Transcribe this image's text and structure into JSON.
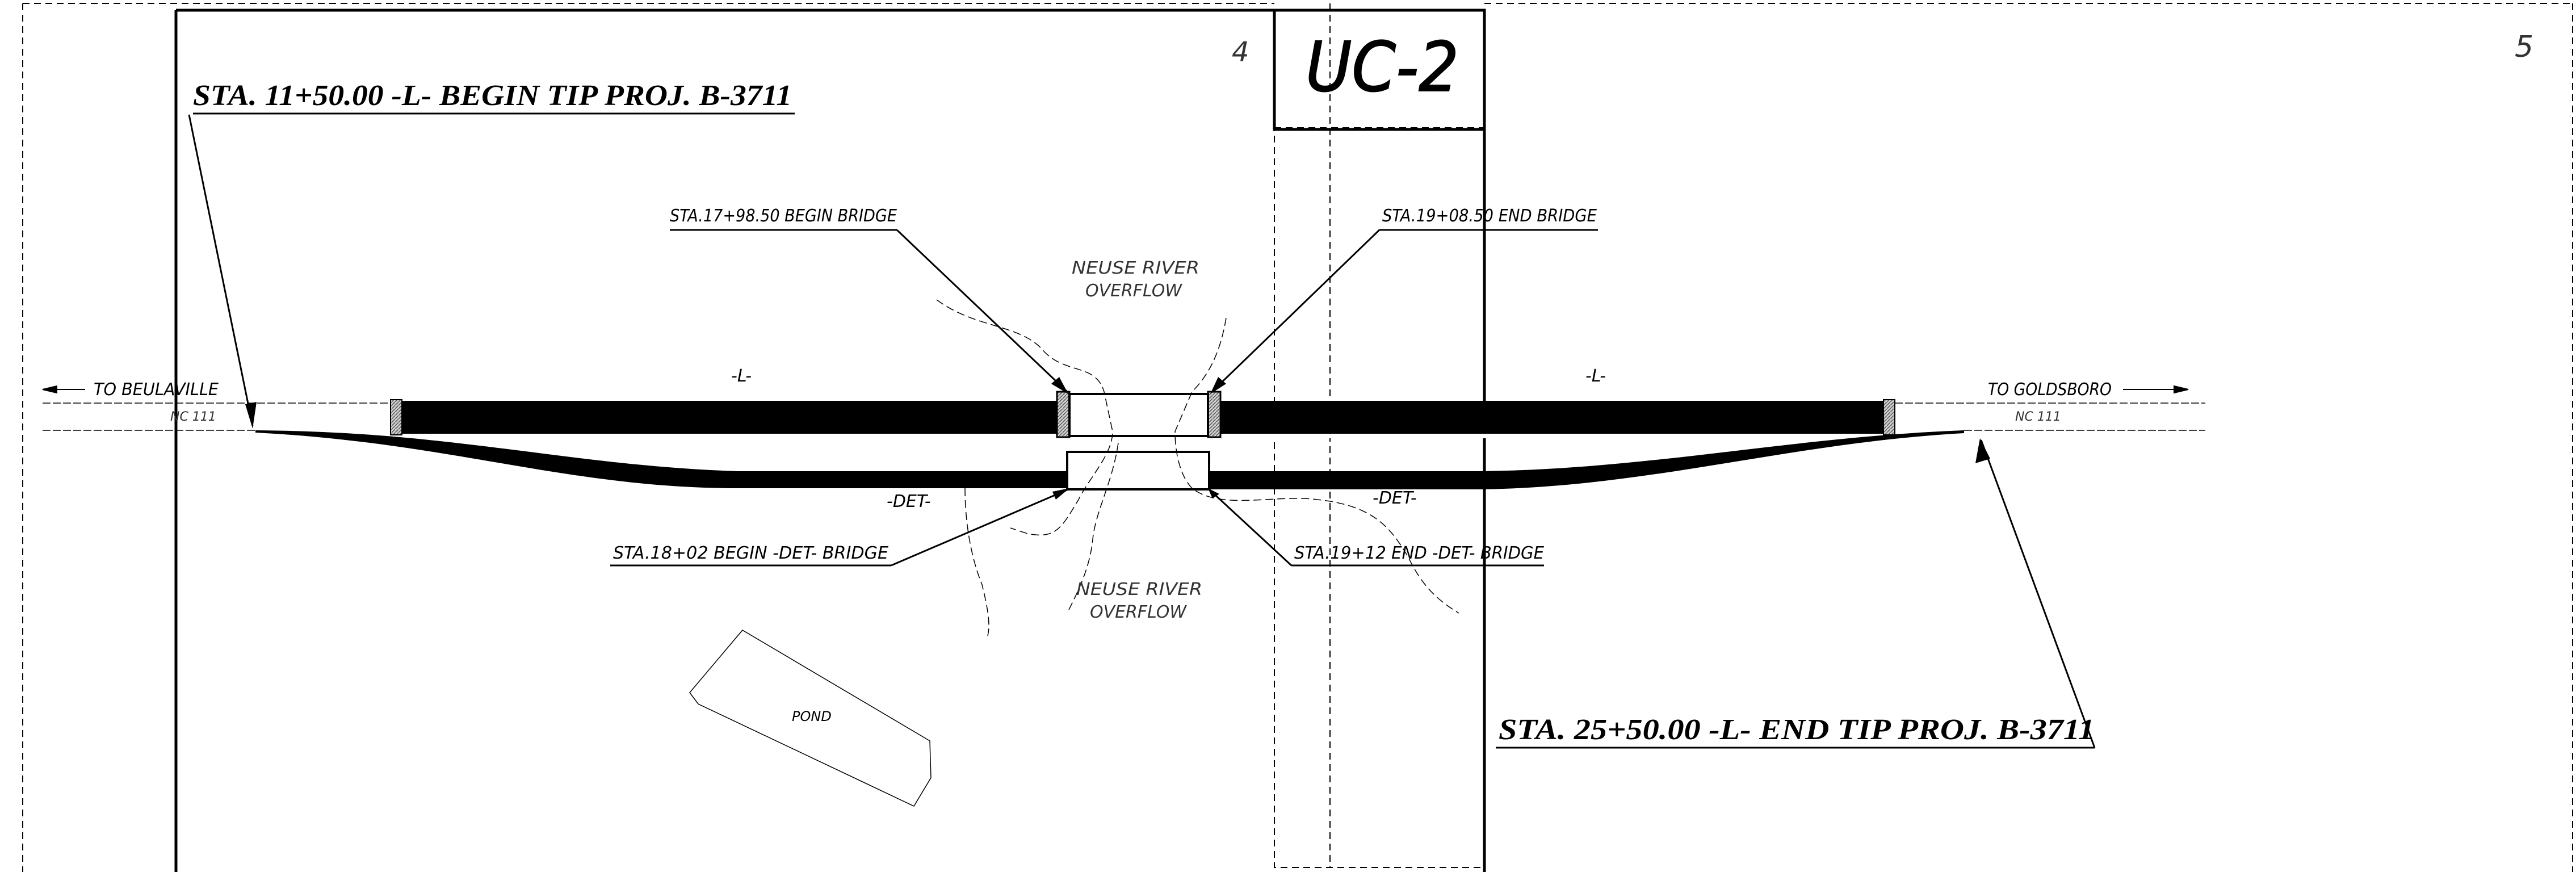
{
  "sheet": {
    "sheet_numbers": [
      "4",
      "5"
    ],
    "sheet_id": "UC-2"
  },
  "stations": {
    "begin_project": "STA. 11+50.00 -L- BEGIN TIP PROJ. B-3711",
    "end_project": "STA. 25+50.00 -L- END TIP PROJ. B-3711",
    "begin_bridge": "STA.17+98.50 BEGIN BRIDGE",
    "end_bridge": "STA.19+08.50 END BRIDGE",
    "begin_det_bridge": "STA.18+02 BEGIN -DET- BRIDGE",
    "end_det_bridge": "STA.19+12 END -DET- BRIDGE"
  },
  "directions": {
    "west": "TO BEULAVILLE",
    "east": "TO GOLDSBORO"
  },
  "route": {
    "west_label": "NC 111",
    "east_label": "NC 111"
  },
  "alignments": {
    "mainline_left": "-L-",
    "mainline_right": "-L-",
    "detour_left": "-DET-",
    "detour_right": "-DET-"
  },
  "features": {
    "river_north_line1": "NEUSE RIVER",
    "river_north_line2": "OVERFLOW",
    "river_south_line1": "NEUSE RIVER",
    "river_south_line2": "OVERFLOW",
    "pond": "POND"
  },
  "colors": {
    "ink": "#000000",
    "hatch": "#888888"
  }
}
